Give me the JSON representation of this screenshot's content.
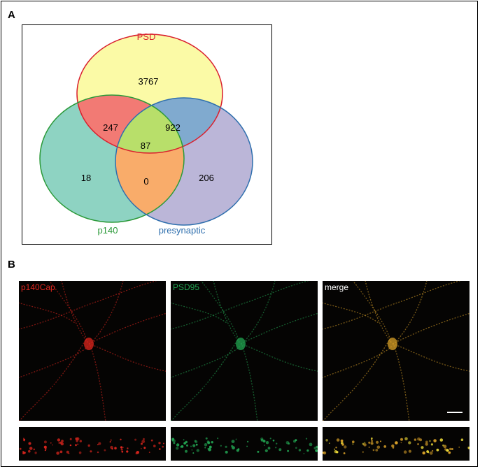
{
  "panel_a": {
    "letter": "A",
    "sets": [
      {
        "label": "PSD",
        "color": "#d9202e",
        "fill": "#fbfaa6"
      },
      {
        "label": "p140",
        "color": "#2c9a3a",
        "fill": "#8ed3c2"
      },
      {
        "label": "presynaptic",
        "color": "#2f6fae",
        "fill": "#bbb6d8"
      }
    ],
    "regions": {
      "psd_only": "3767",
      "psd_p140": "247",
      "psd_presynaptic": "922",
      "all_three": "87",
      "p140_only": "18",
      "p140_presynaptic": "0",
      "presynaptic_only": "206"
    },
    "region_colors": {
      "psd_p140": "#f27a74",
      "psd_presynaptic": "#80aacf",
      "all_three": "#b8df6a",
      "p140_presynaptic": "#f9ac6a"
    }
  },
  "panel_b": {
    "letter": "B",
    "channels": [
      {
        "label": "p140Cap",
        "color": "#e0261e",
        "label_color": "#e0261e"
      },
      {
        "label": "PSD95",
        "color": "#22a552",
        "label_color": "#22a552"
      },
      {
        "label": "merge",
        "color": "#d8a028",
        "label_color": "#ffffff"
      }
    ]
  }
}
